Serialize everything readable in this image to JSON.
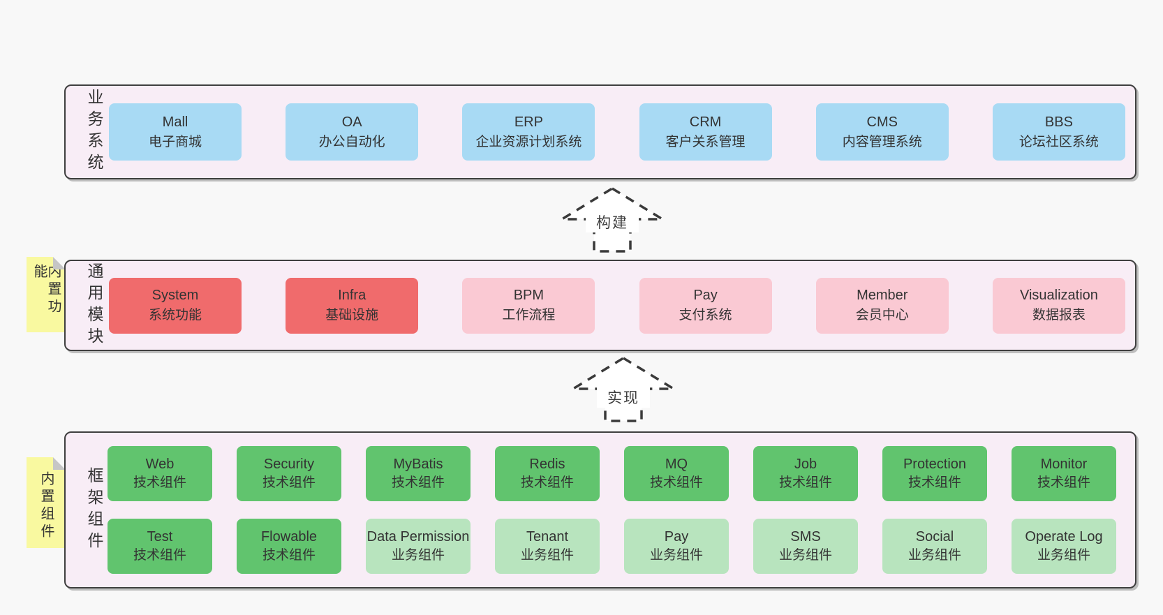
{
  "page": {
    "background": "#f8f8f8"
  },
  "colors": {
    "panel_bg": "#f8edf6",
    "panel_border": "#3f3f3f",
    "box_blue": "#a8daf4",
    "box_red": "#f06b6c",
    "box_pink": "#fac9d3",
    "box_green_dark": "#61c46e",
    "box_green_light": "#b8e4be",
    "sticky_yellow": "#f9f9a0",
    "fold_gray": "#c6c6c6",
    "text": "#333333"
  },
  "sections": {
    "business": {
      "label": "业务系统",
      "boxes": [
        {
          "title": "Mall",
          "subtitle": "电子商城"
        },
        {
          "title": "OA",
          "subtitle": "办公自动化"
        },
        {
          "title": "ERP",
          "subtitle": "企业资源计划系统"
        },
        {
          "title": "CRM",
          "subtitle": "客户关系管理"
        },
        {
          "title": "CMS",
          "subtitle": "内容管理系统"
        },
        {
          "title": "BBS",
          "subtitle": "论坛社区系统"
        }
      ]
    },
    "modules": {
      "label": "通用模块",
      "boxes": [
        {
          "title": "System",
          "subtitle": "系统功能",
          "variant": "red"
        },
        {
          "title": "Infra",
          "subtitle": "基础设施",
          "variant": "red"
        },
        {
          "title": "BPM",
          "subtitle": "工作流程",
          "variant": "pink"
        },
        {
          "title": "Pay",
          "subtitle": "支付系统",
          "variant": "pink"
        },
        {
          "title": "Member",
          "subtitle": "会员中心",
          "variant": "pink"
        },
        {
          "title": "Visualization",
          "subtitle": "数据报表",
          "variant": "pink"
        }
      ]
    },
    "framework": {
      "label": "框架组件",
      "rows": [
        [
          {
            "title": "Web",
            "subtitle": "技术组件",
            "variant": "green-dark"
          },
          {
            "title": "Security",
            "subtitle": "技术组件",
            "variant": "green-dark"
          },
          {
            "title": "MyBatis",
            "subtitle": "技术组件",
            "variant": "green-dark"
          },
          {
            "title": "Redis",
            "subtitle": "技术组件",
            "variant": "green-dark"
          },
          {
            "title": "MQ",
            "subtitle": "技术组件",
            "variant": "green-dark"
          },
          {
            "title": "Job",
            "subtitle": "技术组件",
            "variant": "green-dark"
          },
          {
            "title": "Protection",
            "subtitle": "技术组件",
            "variant": "green-dark"
          },
          {
            "title": "Monitor",
            "subtitle": "技术组件",
            "variant": "green-dark"
          }
        ],
        [
          {
            "title": "Test",
            "subtitle": "技术组件",
            "variant": "green-dark"
          },
          {
            "title": "Flowable",
            "subtitle": "技术组件",
            "variant": "green-dark"
          },
          {
            "title": "Data Permission",
            "subtitle": "业务组件",
            "variant": "green-light"
          },
          {
            "title": "Tenant",
            "subtitle": "业务组件",
            "variant": "green-light"
          },
          {
            "title": "Pay",
            "subtitle": "业务组件",
            "variant": "green-light"
          },
          {
            "title": "SMS",
            "subtitle": "业务组件",
            "variant": "green-light"
          },
          {
            "title": "Social",
            "subtitle": "业务组件",
            "variant": "green-light"
          },
          {
            "title": "Operate Log",
            "subtitle": "业务组件",
            "variant": "green-light"
          }
        ]
      ]
    }
  },
  "arrows": [
    {
      "label": "构建"
    },
    {
      "label": "实现"
    }
  ],
  "stickies": [
    {
      "label": "内置功能"
    },
    {
      "label": "内置组件"
    }
  ]
}
